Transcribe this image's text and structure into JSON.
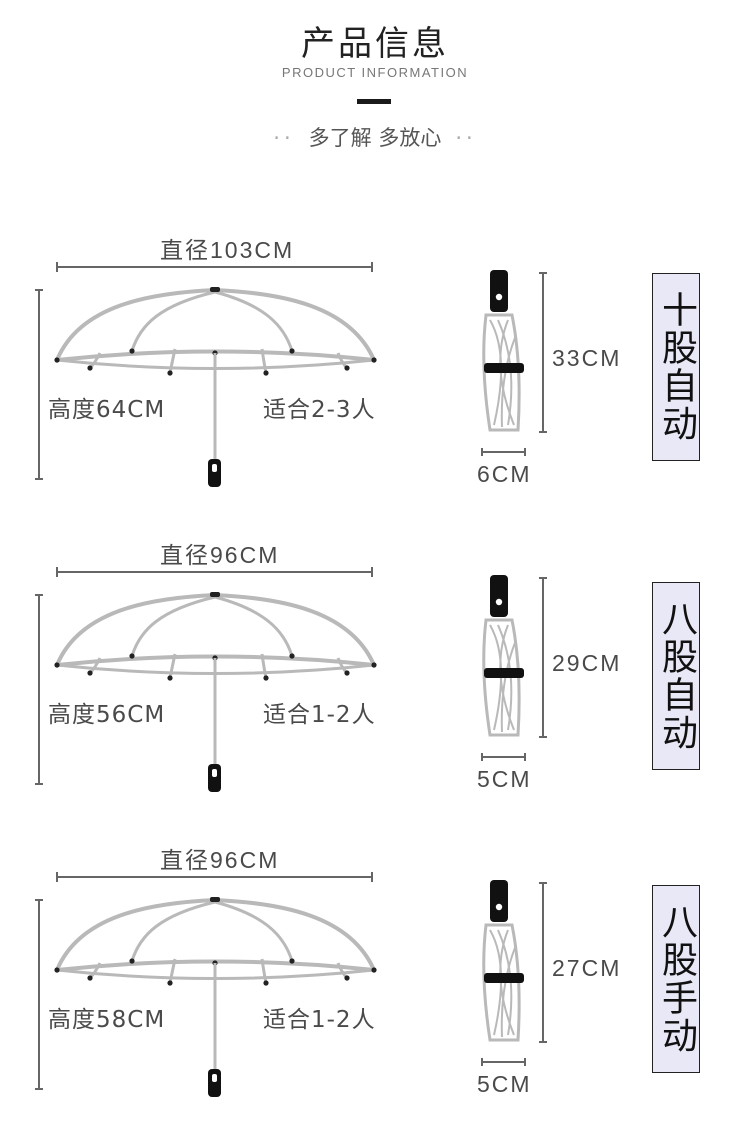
{
  "header": {
    "title": "产品信息",
    "subtitle": "PRODUCT INFORMATION",
    "tagline": "多了解 多放心",
    "tagline_dots": "··"
  },
  "products": [
    {
      "diameter": "直径103CM",
      "height": "高度64CM",
      "capacity": "适合2-3人",
      "folded_length": "33CM",
      "folded_width": "6CM",
      "type": "十股自动"
    },
    {
      "diameter": "直径96CM",
      "height": "高度56CM",
      "capacity": "适合1-2人",
      "folded_length": "29CM",
      "folded_width": "5CM",
      "type": "八股自动"
    },
    {
      "diameter": "直径96CM",
      "height": "高度58CM",
      "capacity": "适合1-2人",
      "folded_length": "27CM",
      "folded_width": "5CM",
      "type": "八股手动"
    }
  ],
  "colors": {
    "canopy_line": "#b9b9b9",
    "dimension_line": "#666666",
    "type_box_bg": "#e9e8f6",
    "handle": "#111111"
  }
}
